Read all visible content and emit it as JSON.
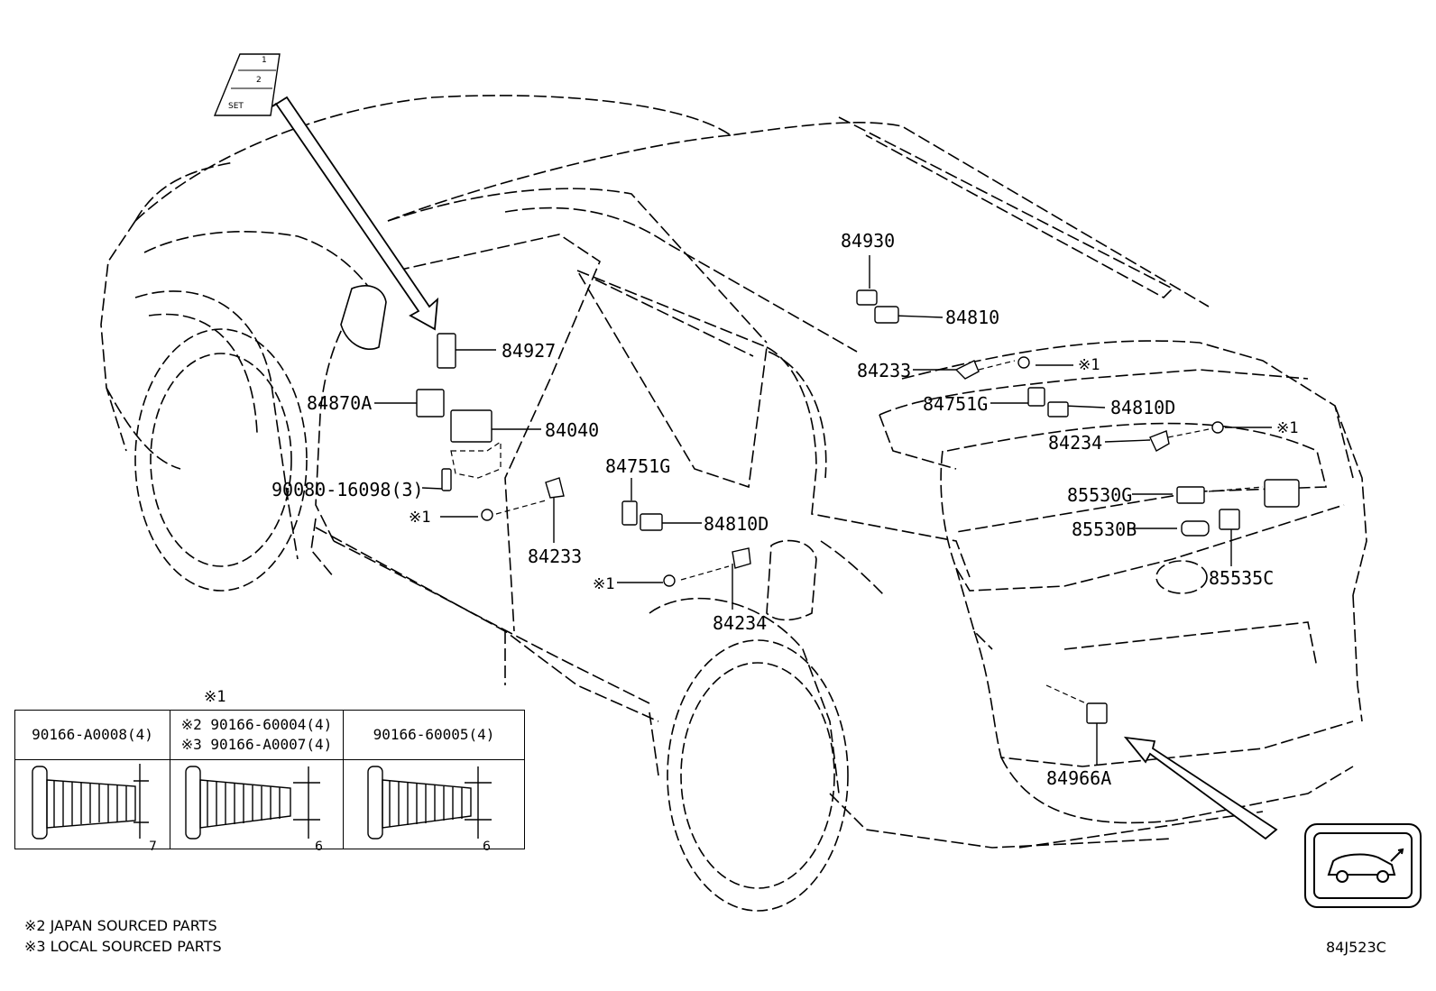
{
  "labels": {
    "p84930": "84930",
    "p84810": "84810",
    "p84927": "84927",
    "p84233_top": "84233",
    "note1_top": "※1",
    "p84751G_right": "84751G",
    "p84810D_right": "84810D",
    "p84234_right": "84234",
    "note1_right": "※1",
    "p84870A": "84870A",
    "p84040": "84040",
    "p90080": "90080-16098(3)",
    "note1_left": "※1",
    "p84233_mid": "84233",
    "p84751G_mid": "84751G",
    "p84810D_mid": "84810D",
    "note1_bottom": "※1",
    "p84234_bottom": "84234",
    "p85530G": "85530G",
    "p85530B": "85530B",
    "p85535C": "85535C",
    "p84966A": "84966A"
  },
  "keypad": {
    "key1": "1",
    "key2": "2",
    "set": "SET"
  },
  "spec_table": {
    "group_mark": "※1",
    "col1_part": "90166-A0008(4)",
    "col2_line1": "※2 90166-60004(4)",
    "col2_line2": "※3 90166-A0007(4)",
    "col3_part": "90166-60005(4)",
    "col1_dim": "7",
    "col2_dim": "6",
    "col3_dim": "6"
  },
  "footnotes": {
    "note2": "※2 JAPAN SOURCED PARTS",
    "note3": "※3 LOCAL SOURCED PARTS"
  },
  "diagram_code": "84J523C",
  "icons": [
    "power-back-door-icon",
    "bolt-icon",
    "connector-icon",
    "switch-icon"
  ]
}
